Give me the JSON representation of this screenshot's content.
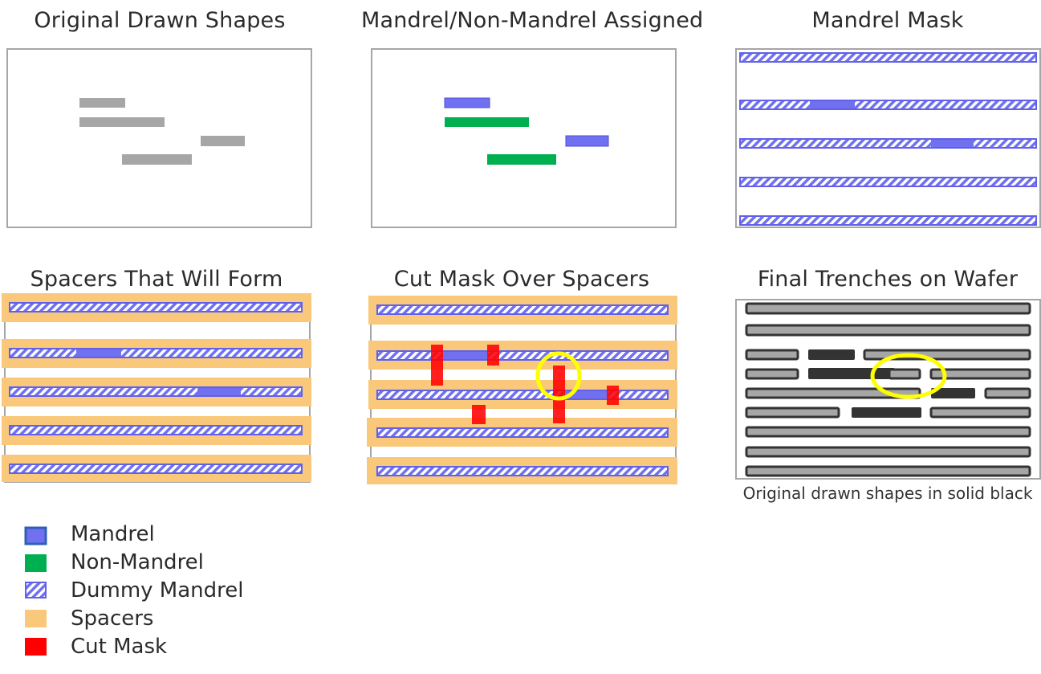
{
  "panels": {
    "original": {
      "title": "Original Drawn Shapes"
    },
    "assigned": {
      "title": "Mandrel/Non-Mandrel Assigned"
    },
    "mandrel_mask": {
      "title": "Mandrel Mask"
    },
    "spacers": {
      "title": "Spacers That Will Form"
    },
    "cut_mask": {
      "title": "Cut Mask Over Spacers"
    },
    "trenches": {
      "title": "Final Trenches on Wafer",
      "caption": "Original drawn shapes in solid black"
    }
  },
  "legend": [
    {
      "label": "Mandrel",
      "color": "#7070f0"
    },
    {
      "label": "Non-Mandrel",
      "color": "#00b050"
    },
    {
      "label": "Dummy Mandrel",
      "color": "#7070f0"
    },
    {
      "label": "Spacers",
      "color": "#fac87a"
    },
    {
      "label": "Cut Mask",
      "color": "#ff0000"
    }
  ],
  "colors": {
    "drawn_shape": "#a6a6a6",
    "mandrel": "#7070f0",
    "non_mandrel": "#00b050",
    "spacer": "#fac87a",
    "cut": "#ff0000",
    "highlight": "#ffff00",
    "trench_solid": "#333333",
    "trench_gray": "#a6a6a6"
  }
}
